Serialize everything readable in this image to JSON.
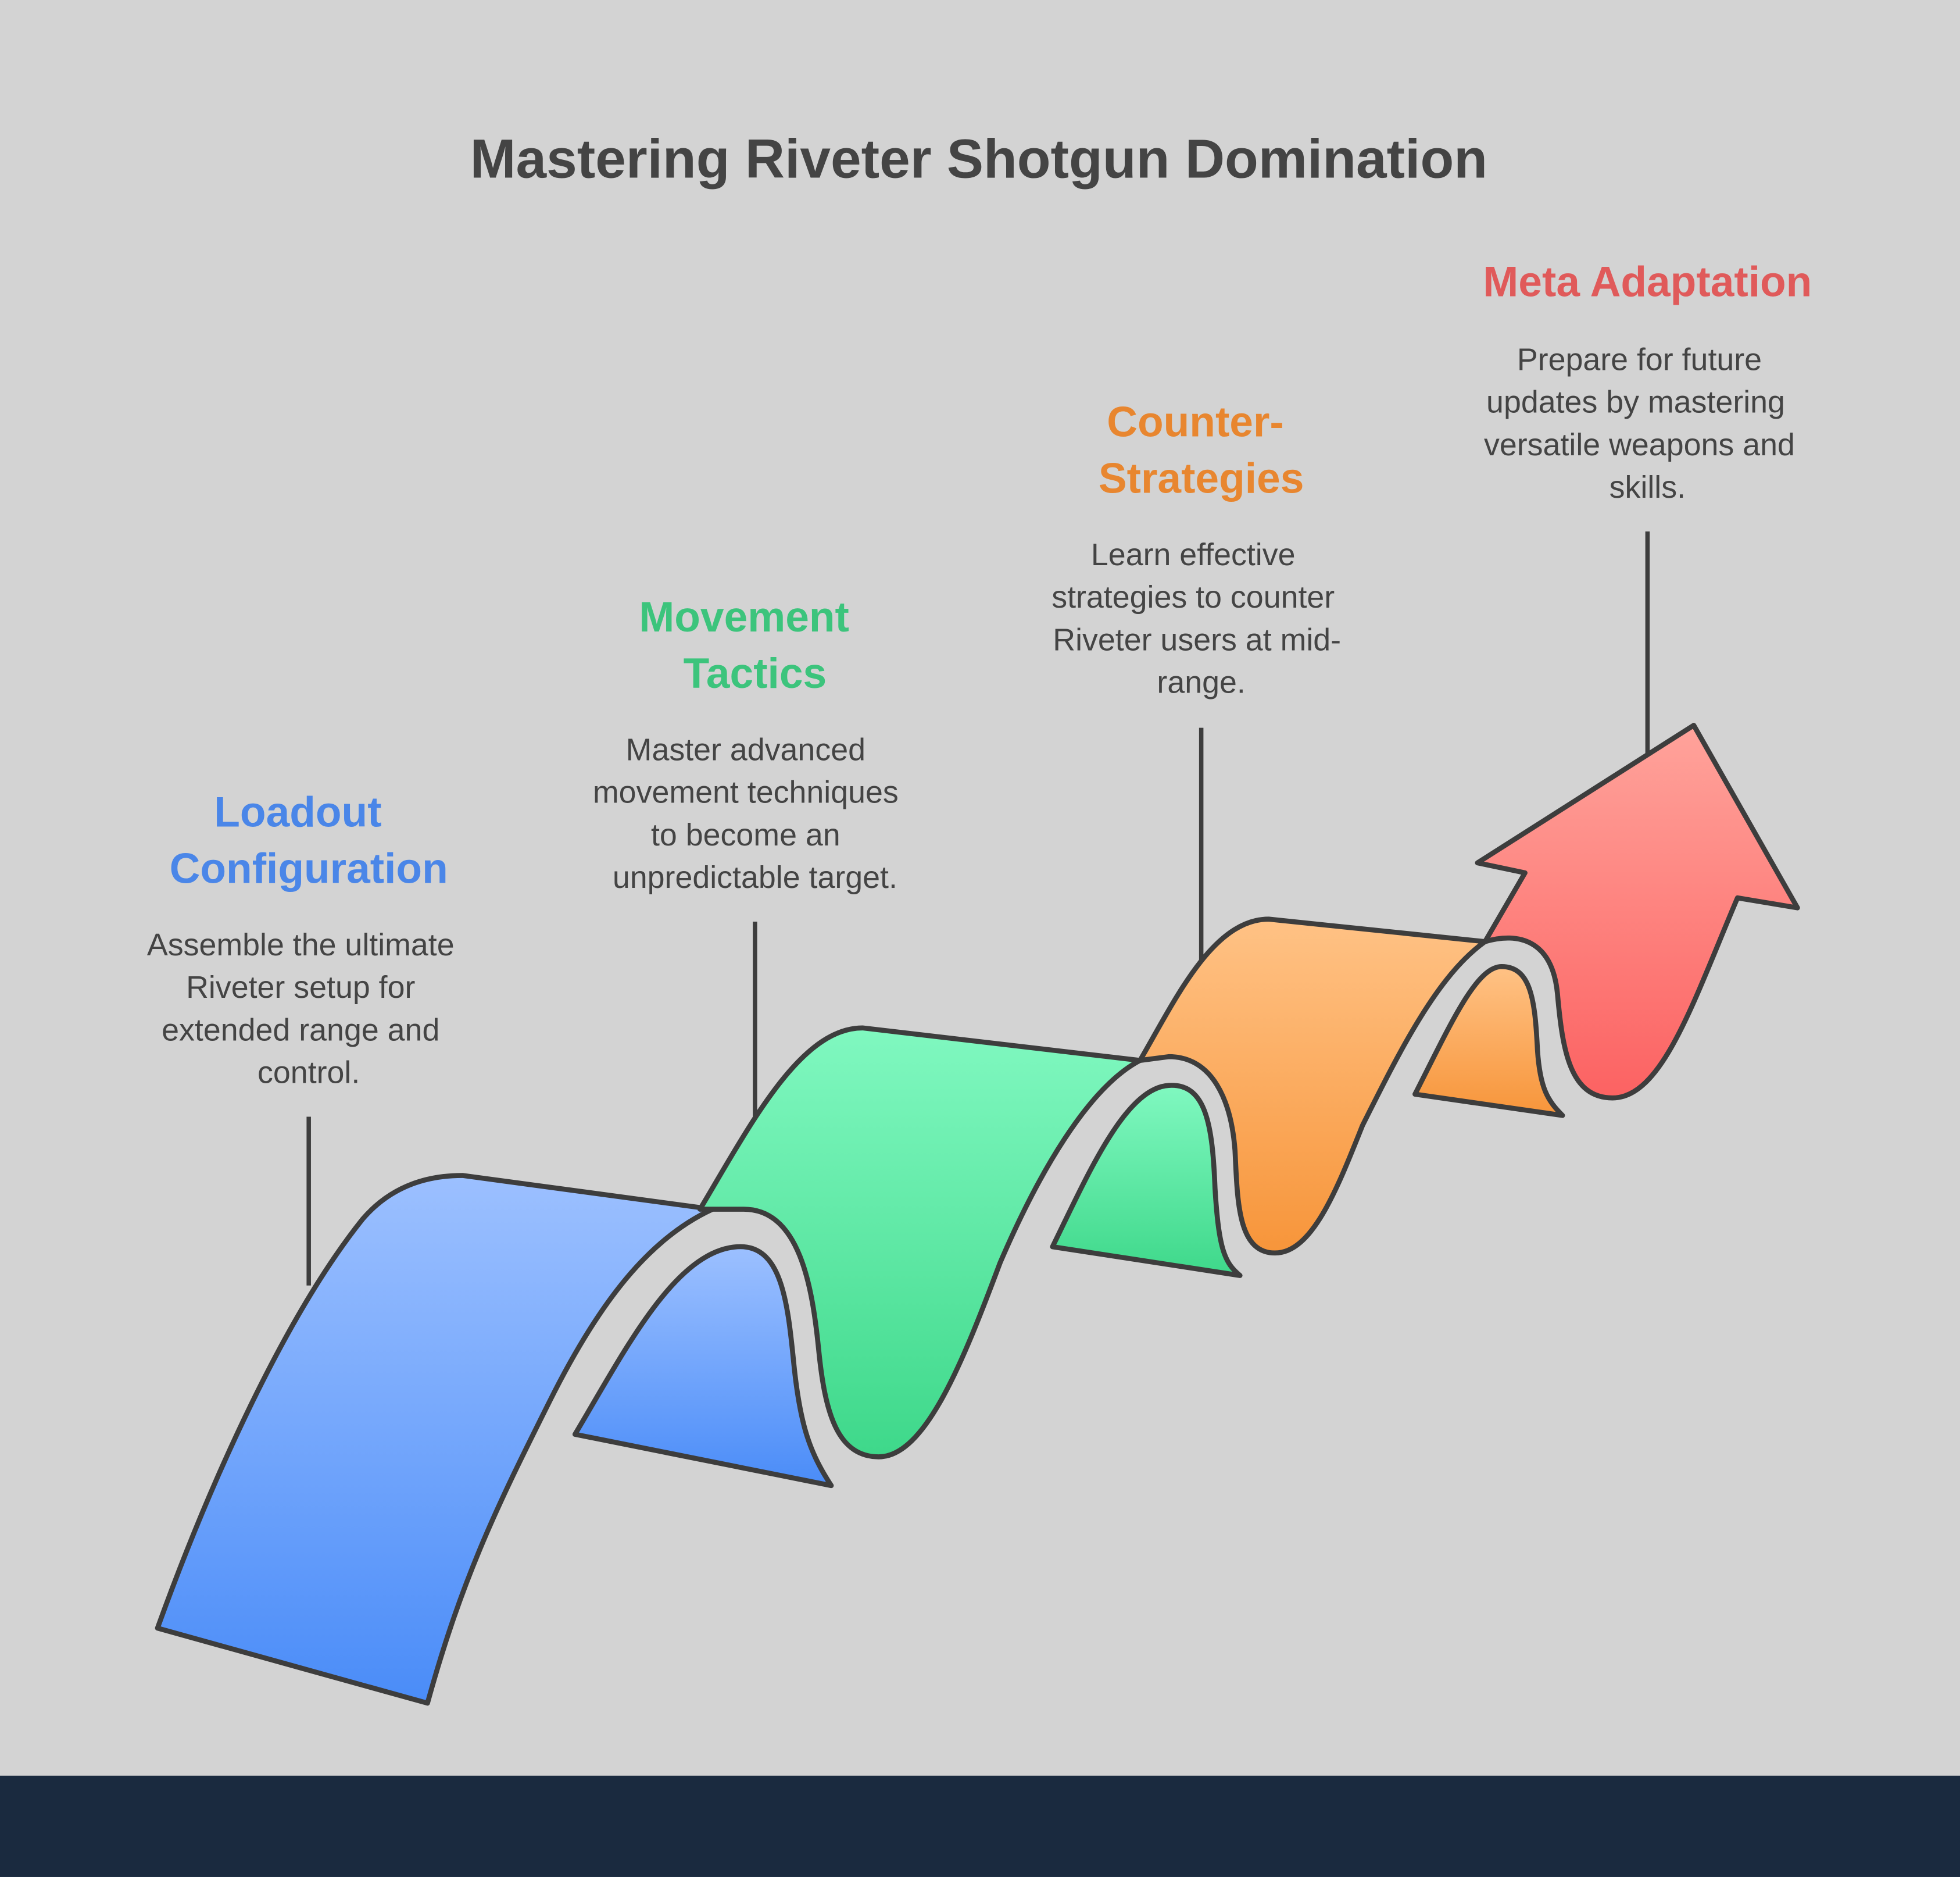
{
  "title": "Mastering Riveter Shotgun Domination",
  "steps": [
    {
      "heading": [
        "Loadout",
        "Configuration"
      ],
      "color": "#4a86e8",
      "body": [
        "Assemble the ultimate",
        "Riveter setup for",
        "extended range and",
        "control."
      ]
    },
    {
      "heading": [
        "Movement",
        "Tactics"
      ],
      "color": "#3cc47c",
      "body": [
        "Master advanced",
        "movement techniques",
        "to become an",
        "unpredictable target."
      ]
    },
    {
      "heading": [
        "Counter-",
        "Strategies"
      ],
      "color": "#e8862f",
      "body": [
        "Learn effective",
        "strategies to counter",
        "Riveter users at mid-",
        "range."
      ]
    },
    {
      "heading": [
        "Meta Adaptation"
      ],
      "color": "#e05a5a",
      "body": [
        "Prepare for future",
        "updates by mastering",
        "versatile weapons and",
        "skills."
      ]
    }
  ],
  "footer_color": "#1a2a3f"
}
